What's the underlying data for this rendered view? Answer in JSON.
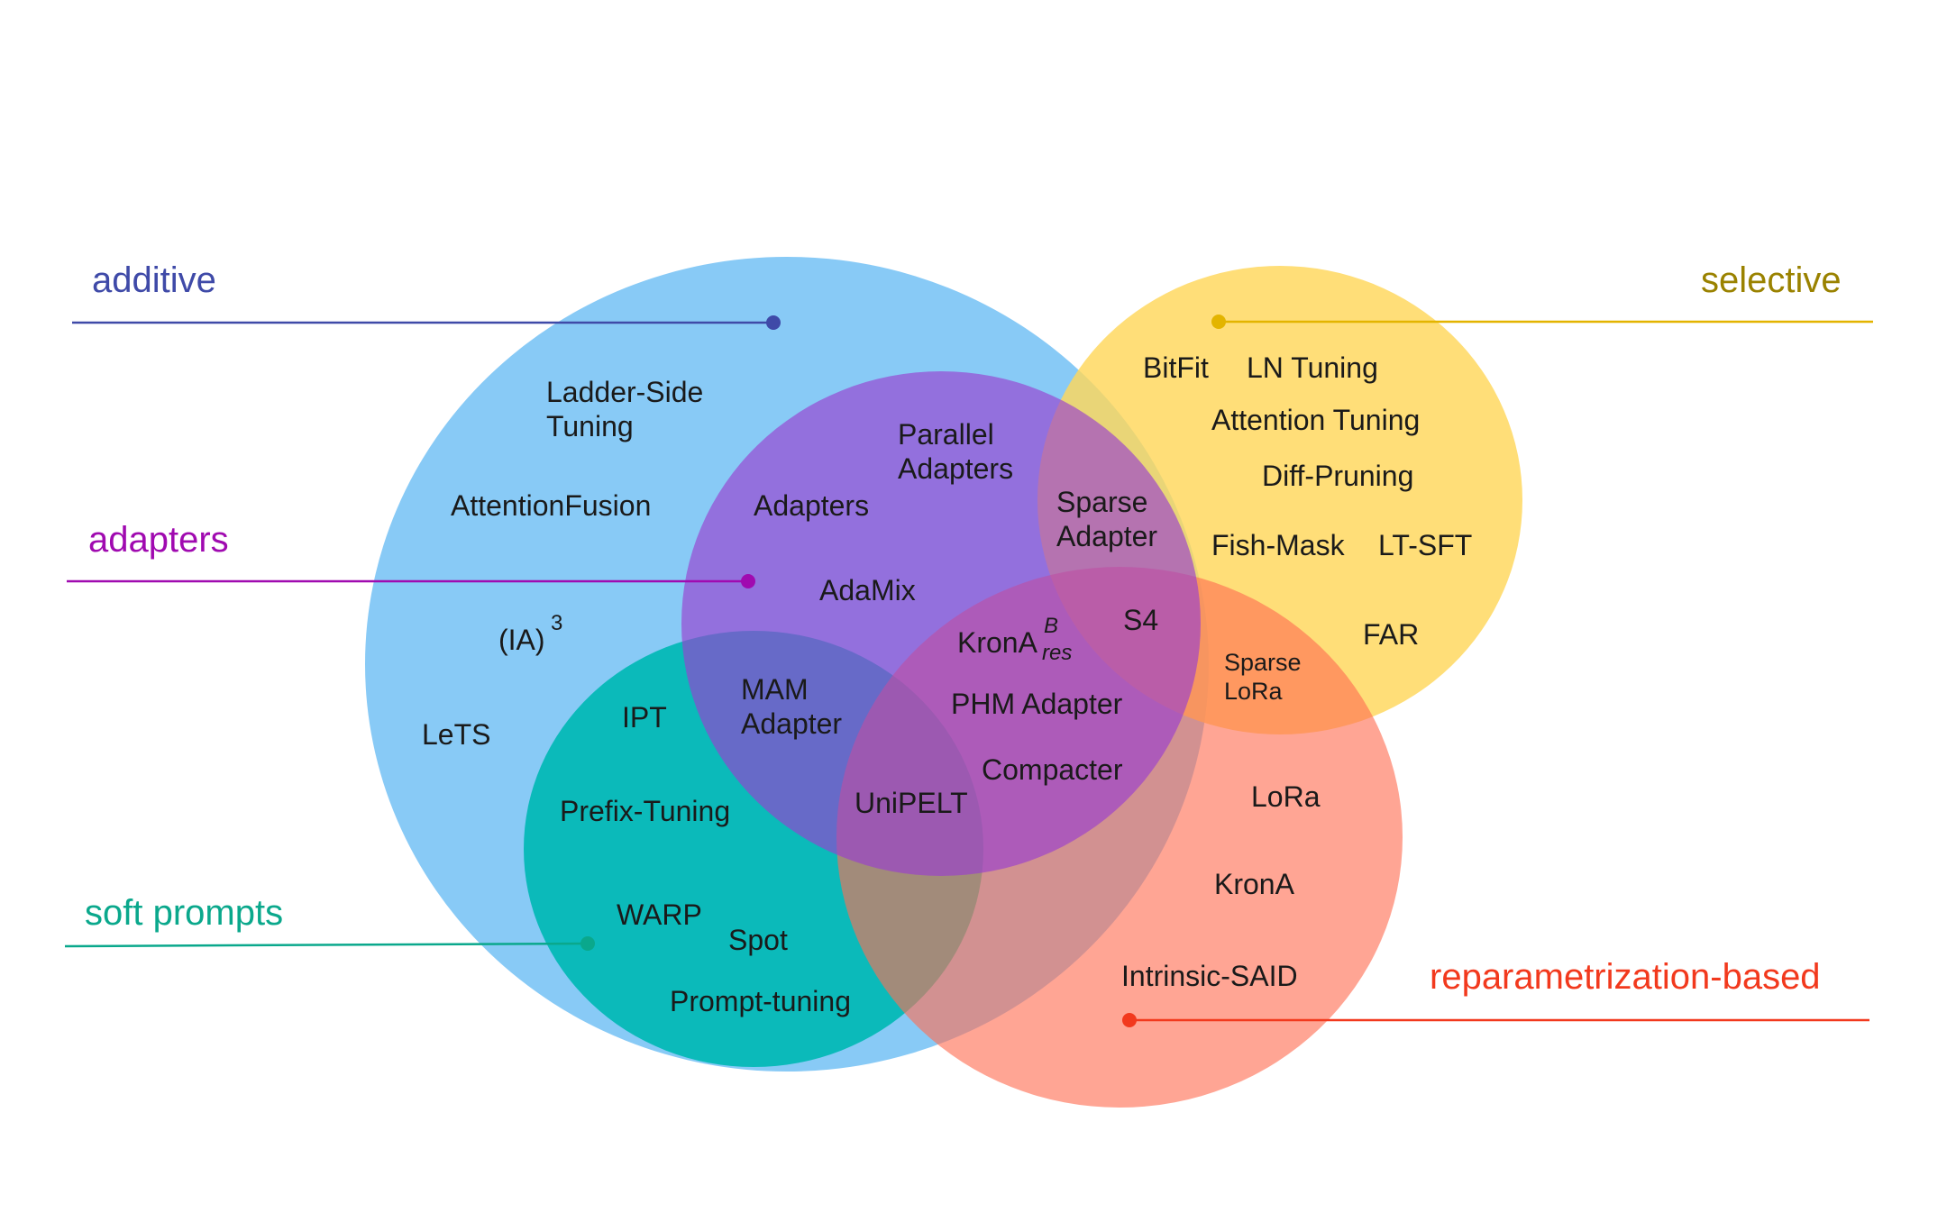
{
  "colors": {
    "additive": "#3f4aa8",
    "selective": "#9a8200",
    "adapters": "#a00ab0",
    "soft_prompts": "#0aa88c",
    "reparametrization": "#f2391d",
    "circle_additive": "#5ab6f2",
    "circle_selective": "#ffd75a",
    "circle_adapters": "#a149d2",
    "circle_soft_prompts": "#00b8b4",
    "circle_reparam": "#ff6e52"
  },
  "categories": {
    "additive": "additive",
    "selective": "selective",
    "adapters": "adapters",
    "soft_prompts": "soft prompts",
    "reparametrization": "reparametrization-based"
  },
  "methods": {
    "ladder_side_tuning": [
      "Ladder-Side",
      "Tuning"
    ],
    "attention_fusion": "AttentionFusion",
    "ia3_base": "(IA)",
    "ia3_sup": "3",
    "lets": "LeTS",
    "adapters": "Adapters",
    "parallel_adapters": [
      "Parallel",
      "Adapters"
    ],
    "adamix": "AdaMix",
    "sparse_adapter": [
      "Sparse",
      "Adapter"
    ],
    "s4": "S4",
    "krona_res_base": "KronA",
    "krona_res_sup": "B",
    "krona_res_sub": "res",
    "phm_adapter": "PHM Adapter",
    "compacter": "Compacter",
    "unipelt": "UniPELT",
    "mam_adapter": [
      "MAM",
      "Adapter"
    ],
    "ipt": "IPT",
    "prefix_tuning": "Prefix-Tuning",
    "warp": "WARP",
    "spot": "Spot",
    "prompt_tuning": "Prompt-tuning",
    "bitfit": "BitFit",
    "ln_tuning": "LN Tuning",
    "attention_tuning": "Attention Tuning",
    "diff_pruning": "Diff-Pruning",
    "fish_mask": "Fish-Mask",
    "lt_sft": "LT-SFT",
    "far": "FAR",
    "sparse_lora": [
      "Sparse",
      "LoRa"
    ],
    "lora": "LoRa",
    "krona": "KronA",
    "intrinsic_said": "Intrinsic-SAID"
  }
}
